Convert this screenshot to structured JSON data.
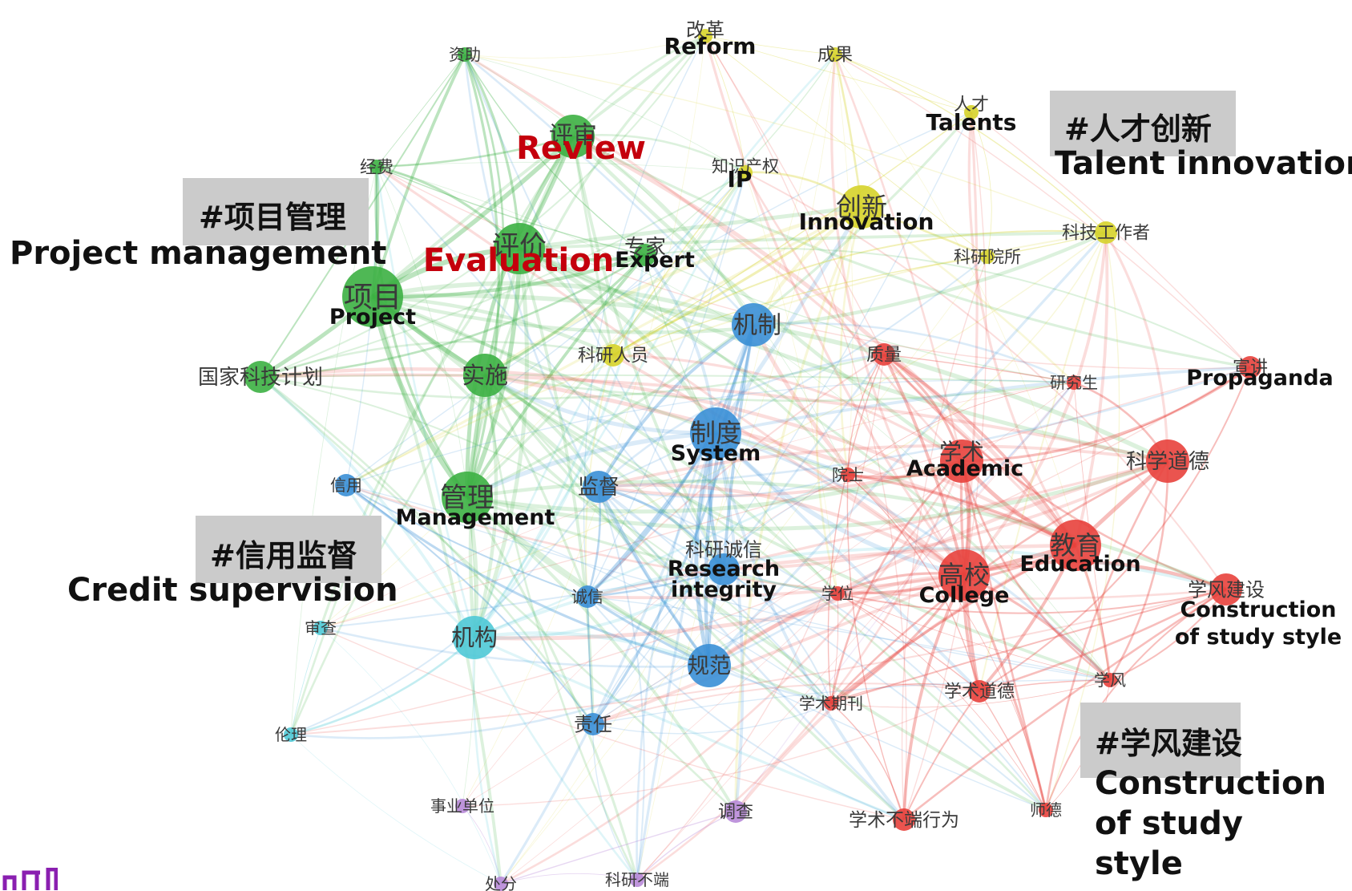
{
  "themes": [
    {
      "key": "project",
      "cn": "#项目管理",
      "en": "Project management"
    },
    {
      "key": "talent",
      "cn": "#人才创新",
      "en": "Talent innovation"
    },
    {
      "key": "credit",
      "cn": "#信用监督",
      "en": "Credit supervision"
    },
    {
      "key": "study",
      "cn": "#学风建设",
      "en": "Construction of study style"
    }
  ],
  "clusters": {
    "green": "#3cb043",
    "yellow": "#d6d32a",
    "blue": "#3a8fd6",
    "red": "#e8413c",
    "cyan": "#4fc9d6",
    "purple": "#b88ad8"
  },
  "nodes": [
    {
      "id": "reform",
      "cn": "改革",
      "en": "Reform",
      "cluster": "yellow",
      "size": 0
    },
    {
      "id": "results",
      "cn": "成果",
      "en": "",
      "cluster": "yellow",
      "size": 0
    },
    {
      "id": "funding",
      "cn": "资助",
      "en": "",
      "cluster": "green",
      "size": 0
    },
    {
      "id": "talents",
      "cn": "人才",
      "en": "Talents",
      "cluster": "yellow",
      "size": 0
    },
    {
      "id": "review",
      "cn": "评审",
      "en": "Review",
      "cluster": "green",
      "size": 3
    },
    {
      "id": "expenses",
      "cn": "经费",
      "en": "",
      "cluster": "green",
      "size": 0
    },
    {
      "id": "ip",
      "cn": "知识产权",
      "en": "IP",
      "cluster": "yellow",
      "size": 0
    },
    {
      "id": "innovation",
      "cn": "创新",
      "en": "Innovation",
      "cluster": "yellow",
      "size": 3
    },
    {
      "id": "scitech_worker",
      "cn": "科技工作者",
      "en": "",
      "cluster": "yellow",
      "size": 1
    },
    {
      "id": "research_inst",
      "cn": "科研院所",
      "en": "",
      "cluster": "yellow",
      "size": 0
    },
    {
      "id": "expert",
      "cn": "专家",
      "en": "Expert",
      "cluster": "green",
      "size": 1
    },
    {
      "id": "evaluation",
      "cn": "评价",
      "en": "Evaluation",
      "cluster": "green",
      "size": 4
    },
    {
      "id": "project",
      "cn": "项目",
      "en": "Project",
      "cluster": "green",
      "size": 5
    },
    {
      "id": "mechanism",
      "cn": "机制",
      "en": "",
      "cluster": "blue",
      "size": 3
    },
    {
      "id": "national_plan",
      "cn": "国家科技计划",
      "en": "",
      "cluster": "green",
      "size": 2
    },
    {
      "id": "implement",
      "cn": "实施",
      "en": "",
      "cluster": "green",
      "size": 3
    },
    {
      "id": "researchers",
      "cn": "科研人员",
      "en": "",
      "cluster": "yellow",
      "size": 1
    },
    {
      "id": "quality",
      "cn": "质量",
      "en": "",
      "cluster": "red",
      "size": 1
    },
    {
      "id": "grad_students",
      "cn": "研究生",
      "en": "",
      "cluster": "red",
      "size": 0
    },
    {
      "id": "propaganda",
      "cn": "宣讲",
      "en": "Propaganda",
      "cluster": "red",
      "size": 1
    },
    {
      "id": "system",
      "cn": "制度",
      "en": "System",
      "cluster": "blue",
      "size": 4
    },
    {
      "id": "academic",
      "cn": "学术",
      "en": "Academic",
      "cluster": "red",
      "size": 3
    },
    {
      "id": "sci_ethics",
      "cn": "科学道德",
      "en": "",
      "cluster": "red",
      "size": 3
    },
    {
      "id": "credit",
      "cn": "信用",
      "en": "",
      "cluster": "blue",
      "size": 1
    },
    {
      "id": "management",
      "cn": "管理",
      "en": "Management",
      "cluster": "green",
      "size": 4
    },
    {
      "id": "supervision",
      "cn": "监督",
      "en": "",
      "cluster": "blue",
      "size": 2
    },
    {
      "id": "academician",
      "cn": "院士",
      "en": "",
      "cluster": "red",
      "size": 0
    },
    {
      "id": "education",
      "cn": "教育",
      "en": "Education",
      "cluster": "red",
      "size": 4
    },
    {
      "id": "research_integrity",
      "cn": "科研诚信",
      "en": "Research integrity",
      "cluster": "blue",
      "size": 2
    },
    {
      "id": "college",
      "cn": "高校",
      "en": "College",
      "cluster": "red",
      "size": 4
    },
    {
      "id": "degree",
      "cn": "学位",
      "en": "",
      "cluster": "red",
      "size": 0
    },
    {
      "id": "study_style_con",
      "cn": "学风建设",
      "en": "Construction of study style",
      "cluster": "red",
      "size": 2
    },
    {
      "id": "integrity",
      "cn": "诚信",
      "en": "",
      "cluster": "blue",
      "size": 1
    },
    {
      "id": "review2",
      "cn": "审查",
      "en": "",
      "cluster": "cyan",
      "size": 0
    },
    {
      "id": "institution",
      "cn": "机构",
      "en": "",
      "cluster": "cyan",
      "size": 3
    },
    {
      "id": "norms",
      "cn": "规范",
      "en": "",
      "cluster": "blue",
      "size": 3
    },
    {
      "id": "academic_ethics",
      "cn": "学术道德",
      "en": "",
      "cluster": "red",
      "size": 1
    },
    {
      "id": "study_style",
      "cn": "学风",
      "en": "",
      "cluster": "red",
      "size": 0
    },
    {
      "id": "journals",
      "cn": "学术期刊",
      "en": "",
      "cluster": "red",
      "size": 0
    },
    {
      "id": "responsibility",
      "cn": "责任",
      "en": "",
      "cluster": "blue",
      "size": 1
    },
    {
      "id": "ethics",
      "cn": "伦理",
      "en": "",
      "cluster": "cyan",
      "size": 0
    },
    {
      "id": "public_inst",
      "cn": "事业单位",
      "en": "",
      "cluster": "purple",
      "size": 0
    },
    {
      "id": "investigation",
      "cn": "调查",
      "en": "",
      "cluster": "purple",
      "size": 1
    },
    {
      "id": "misconduct",
      "cn": "学术不端行为",
      "en": "",
      "cluster": "red",
      "size": 1
    },
    {
      "id": "teacher_ethics",
      "cn": "师德",
      "en": "",
      "cluster": "red",
      "size": 0
    },
    {
      "id": "punishment",
      "cn": "处分",
      "en": "",
      "cluster": "purple",
      "size": 0
    },
    {
      "id": "research_misconduct",
      "cn": "科研不端",
      "en": "",
      "cluster": "purple",
      "size": 0
    }
  ]
}
